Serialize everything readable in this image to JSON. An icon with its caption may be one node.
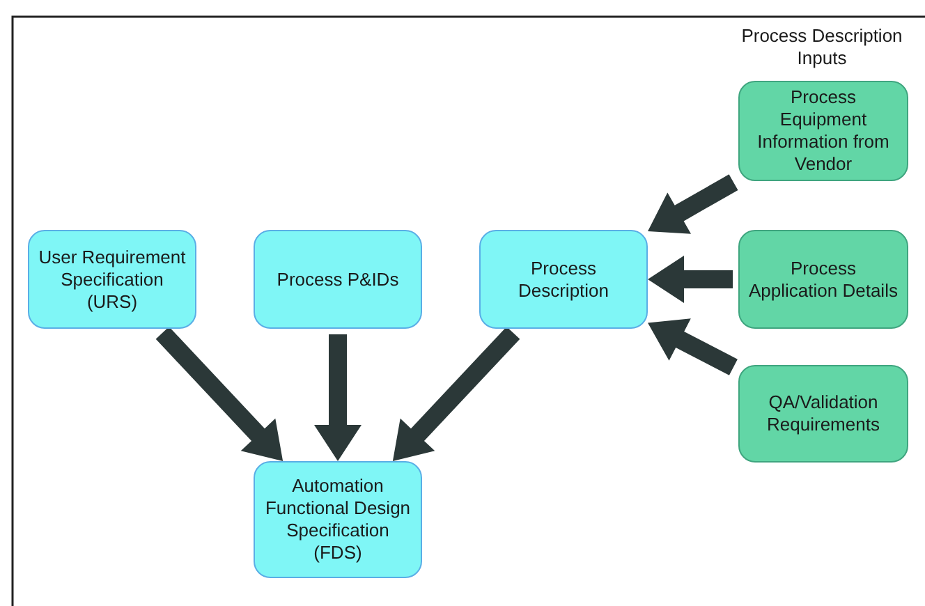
{
  "diagram": {
    "nodes": [
      {
        "text": [
          "User Requirement Specification (URS)"
        ]
      },
      {
        "text": [
          "Process P&IDs"
        ]
      },
      {
        "text": [
          "Process Description"
        ]
      },
      {
        "text": [
          "Process Equipment Information from Vendor"
        ]
      },
      {
        "text": [
          "Process Application Details"
        ]
      },
      {
        "text": [
          "QA/Validation Requirements"
        ]
      },
      {
        "text": [
          "Automation Functional Design Specification (FDS)"
        ]
      }
    ],
    "edges": [
      {
        "from": 0,
        "to": 6,
        "arrow": "to"
      },
      {
        "from": 1,
        "to": 6,
        "arrow": "to"
      },
      {
        "from": 2,
        "to": 6,
        "arrow": "to"
      },
      {
        "from": 3,
        "to": 2,
        "arrow": "to"
      },
      {
        "from": 4,
        "to": 2,
        "arrow": "to"
      },
      {
        "from": 5,
        "to": 2,
        "arrow": "to"
      }
    ],
    "labels": [
      "Process Description Inputs"
    ]
  }
}
